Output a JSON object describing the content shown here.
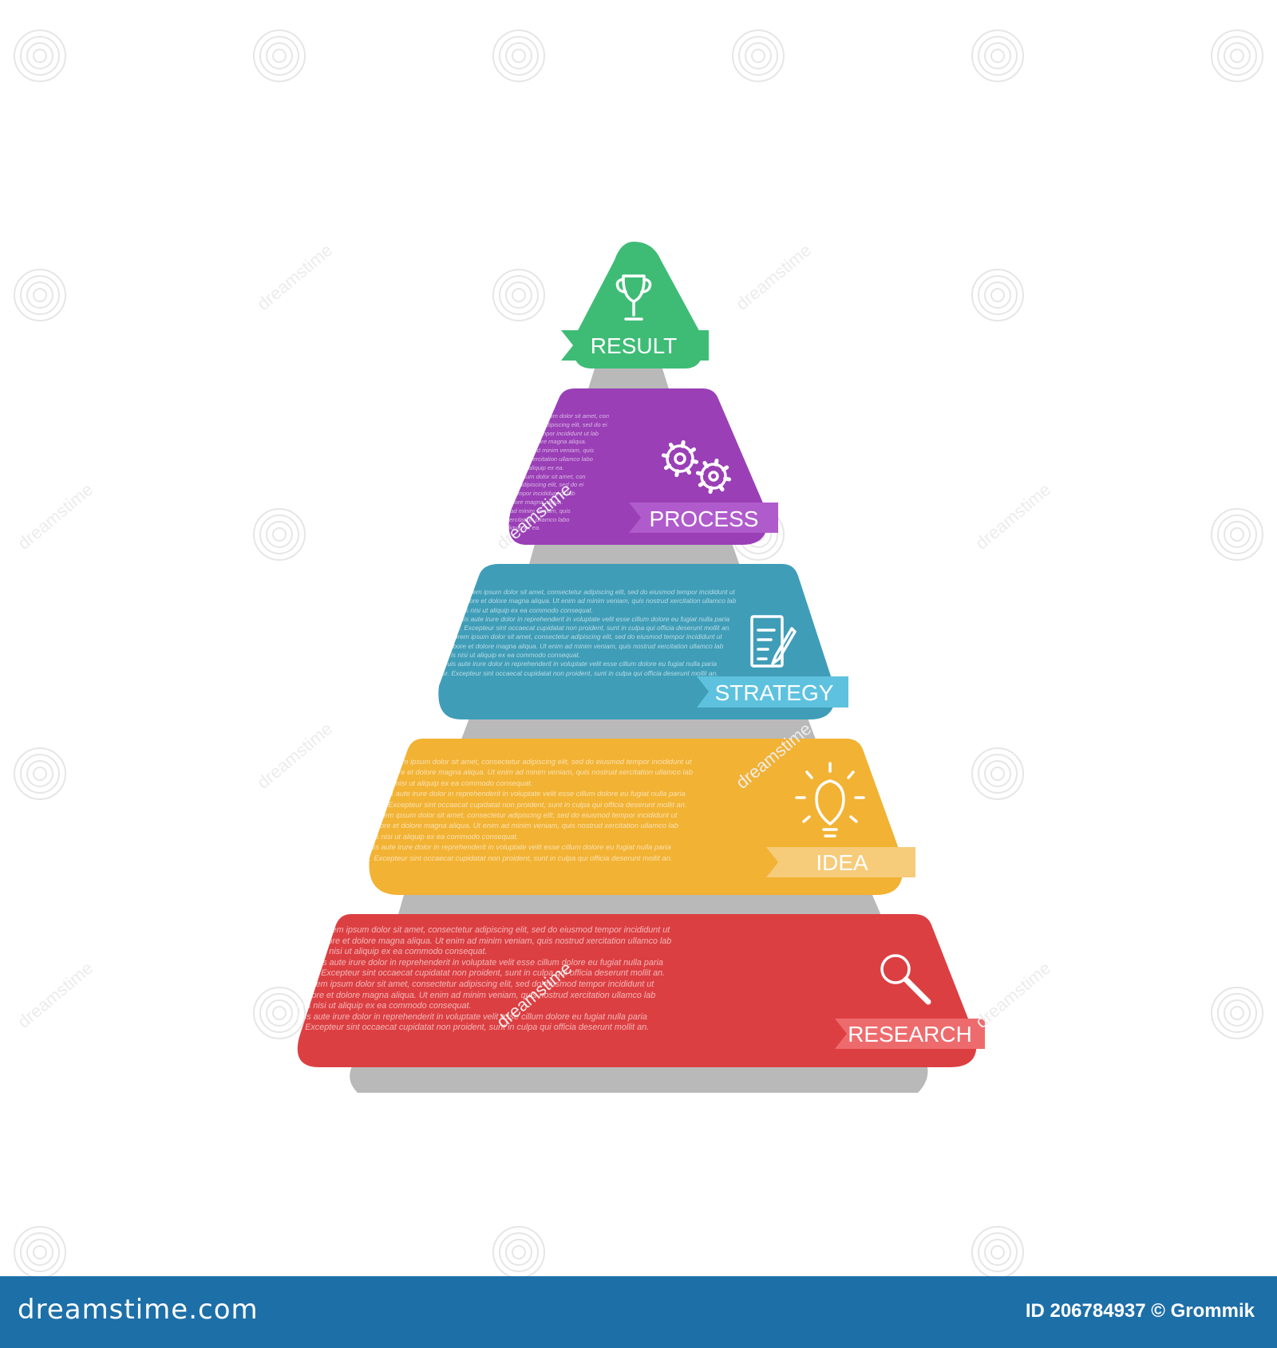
{
  "colors": {
    "result": "#3ebc76",
    "process": "#9a3fb6",
    "strategy": "#3f9db8",
    "idea": "#f2b233",
    "research": "#dc3f42",
    "shadow": "#b9b9b9",
    "footer": "#1d6fa8"
  },
  "levels": [
    {
      "id": "result",
      "label": "RESULT",
      "icon": "trophy-icon"
    },
    {
      "id": "process",
      "label": "PROCESS",
      "icon": "gears-icon"
    },
    {
      "id": "strategy",
      "label": "STRATEGY",
      "icon": "document-pen-icon"
    },
    {
      "id": "idea",
      "label": "IDEA",
      "icon": "lightbulb-icon"
    },
    {
      "id": "research",
      "label": "RESEARCH",
      "icon": "magnifier-icon"
    }
  ],
  "paragraphs": {
    "process": [
      "Lorem ipsum dolor sit amet,  con",
      "sectetur adipiscing elit, sed do ei",
      "usmod tempor  incididunt  ut lab",
      "ore et dolore magna aliqua.",
      "Ut  en im  ad minim  veniam, quis",
      "no strud xercitation ullamco labo",
      "ris nisi ut aliquip ex ea.",
      "Lorem ipsum dolor sit amet,  con",
      "sectetur adipiscing elit, sed do ei",
      "usmod tempor  incididunt  ut lab",
      "ore et dolore magna aliqua.",
      "Ut  en im  ad minim  veniam, quis",
      "no strud xercitation ullamco labo",
      "ris nisi ut aliquip ex ea."
    ],
    "strategy": [
      "Lorem ipsum dolor sit amet, consectetur adipiscing elit, sed do eiusmod tempor incididunt ut",
      "labore et dolore  magna aliqua. Ut enim ad minim veniam, quis nostrud xercitation ullamco lab",
      "oris nisi ut aliquip ex ea commodo consequat.",
      "Duis aute irure dolor in reprehenderit in voluptate velit esse cillum dolore eu fugiat nulla paria",
      "tur. Excepteur sint occaecat cupidatat non proident, sunt in culpa qui officia deserunt mollit an.",
      "Lorem ipsum dolor sit amet, consectetur adipiscing elit, sed do eiusmod tempor incididunt ut",
      "labore et dolore  magna aliqua. Ut enim ad minim veniam, quis nostrud xercitation ullamco lab",
      "oris nisi ut aliquip ex ea commodo consequat.",
      "Duis aute irure dolor in reprehenderit in voluptate velit esse cillum dolore eu fugiat nulla paria",
      "tur. Excepteur sint occaecat cupidatat non proident, sunt in culpa qui officia deserunt mollit an."
    ],
    "idea": [
      "Lorem ipsum dolor sit amet, consectetur adipiscing elit, sed do eiusmod tempor incididunt ut",
      "labore et dolore  magna aliqua. Ut enim ad minim veniam, quis nostrud xercitation ullamco lab",
      "oris nisi ut aliquip ex ea commodo consequat.",
      "Duis aute irure dolor in reprehenderit in voluptate velit esse cillum dolore eu fugiat nulla paria",
      "tur. Excepteur sint occaecat cupidatat non proident, sunt in culpa qui officia deserunt mollit an.",
      "Lorem ipsum dolor sit amet, consectetur adipiscing elit, sed do eiusmod tempor incididunt ut",
      "labore et dolore  magna aliqua. Ut enim ad minim veniam, quis nostrud xercitation ullamco lab",
      "oris nisi ut aliquip ex ea commodo consequat.",
      "Duis aute irure dolor in reprehenderit in voluptate velit esse cillum dolore eu fugiat nulla paria",
      "tur. Excepteur sint occaecat cupidatat non proident, sunt in culpa qui officia deserunt mollit an."
    ],
    "research": [
      "Lorem ipsum dolor sit amet, consectetur adipiscing elit, sed do eiusmod tempor incididunt ut",
      "labore et dolore  magna aliqua. Ut enim ad minim veniam, quis nostrud xercitation ullamco lab",
      "oris nisi ut aliquip ex ea commodo consequat.",
      "Duis aute irure dolor in reprehenderit in voluptate velit esse cillum dolore eu fugiat nulla paria",
      "tur. Excepteur sint occaecat cupidatat non proident, sunt in culpa qui officia deserunt mollit an.",
      "Lorem ipsum dolor sit amet, consectetur adipiscing elit, sed do eiusmod tempor incididunt ut",
      "labore et dolore  magna aliqua. Ut enim ad minim veniam, quis nostrud xercitation ullamco lab",
      "oris nisi ut aliquip ex ea commodo consequat.",
      "Duis aute irure dolor in reprehenderit in voluptate velit esse cillum dolore eu fugiat nulla paria",
      "tur. Excepteur sint occaecat cupidatat non proident, sunt in culpa qui officia deserunt mollit an."
    ]
  },
  "watermark": {
    "text": "dreamstime"
  },
  "footer": {
    "logo": "dreamstime.com",
    "credit": "ID 206784937 © Grommik"
  }
}
